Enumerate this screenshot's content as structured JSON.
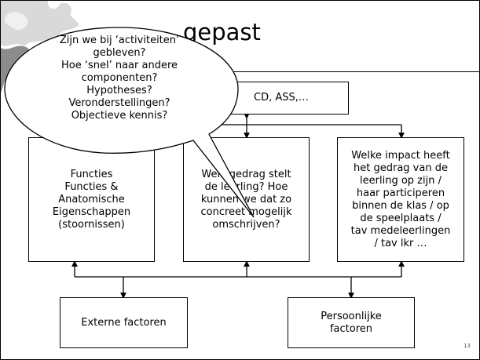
{
  "slide": {
    "title": "gepast",
    "page_number": "13"
  },
  "bubble": {
    "lines": [
      "Zijn we bij ‘activiteiten’",
      "gebleven?",
      "Hoe ‘snel’ naar andere",
      "componenten?",
      "Hypotheses?",
      "Veronderstellingen?",
      "Objectieve kennis?"
    ]
  },
  "boxes": {
    "top": "CD, ASS,…",
    "functies": "Functies\nFuncties &\nAnatomische\nEigenschappen\n(stoornissen)",
    "gedrag": "Welk gedrag stelt\nde leerling? Hoe\nkunnen we dat zo\nconcreet mogelijk\nomschrijven?",
    "impact": "Welke impact heeft\nhet gedrag van de\nleerling op zijn /\nhaar participeren\nbinnen de klas / op\nde speelplaats /\ntav medeleerlingen\n/ tav lkr …",
    "extern": "Externe factoren",
    "persoonlijk": "Persoonlijke\nfactoren"
  },
  "colors": {
    "puzzle_light": "#d9d9d9",
    "puzzle_dark": "#8c8c8c",
    "bubble_fill": "#ffffff",
    "line": "#000000"
  }
}
